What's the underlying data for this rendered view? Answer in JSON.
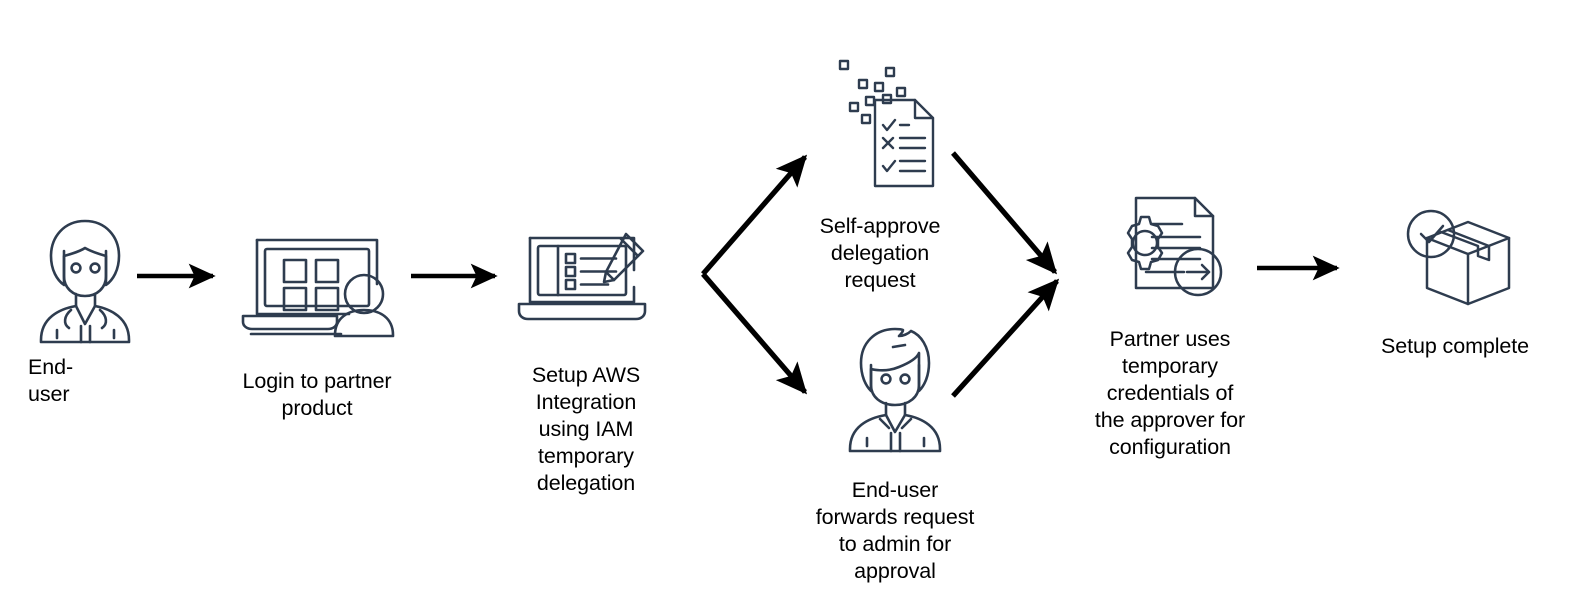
{
  "diagram": {
    "title": "AWS IAM temporary delegation setup flow",
    "background_color": "#ffffff",
    "icon_stroke_color": "#2e3c4f",
    "arrow_color": "#000000",
    "text_color": "#000000",
    "nodes": [
      {
        "id": "end-user",
        "icon": "person-user-icon",
        "label": "End-\nuser",
        "align": "left"
      },
      {
        "id": "login-partner-product",
        "icon": "laptop-dashboard-user-icon",
        "label": "Login to partner\nproduct",
        "align": "center"
      },
      {
        "id": "setup-aws-integration",
        "icon": "laptop-checklist-pencil-icon",
        "label": "Setup AWS\nIntegration\nusing IAM\ntemporary\ndelegation",
        "align": "center"
      },
      {
        "id": "self-approve-delegation",
        "icon": "document-checklist-sparkles-icon",
        "label": "Self-approve\ndelegation\nrequest",
        "align": "center"
      },
      {
        "id": "forward-to-admin",
        "icon": "person-admin-icon",
        "label": "End-user\nforwards request\nto admin for\napproval",
        "align": "center"
      },
      {
        "id": "partner-uses-credentials",
        "icon": "document-gear-arrow-icon",
        "label": "Partner uses\ntemporary\ncredentials of\nthe approver for\nconfiguration",
        "align": "center"
      },
      {
        "id": "setup-complete",
        "icon": "box-check-icon",
        "label": "Setup complete",
        "align": "center"
      }
    ],
    "connectors": [
      {
        "id": "arrow-enduser-to-login",
        "type": "straight"
      },
      {
        "id": "arrow-login-to-setup",
        "type": "straight"
      },
      {
        "id": "arrow-setup-to-selfapprove",
        "type": "branch-up"
      },
      {
        "id": "arrow-setup-to-forward",
        "type": "branch-down"
      },
      {
        "id": "arrow-selfapprove-to-partner",
        "type": "merge-down"
      },
      {
        "id": "arrow-forward-to-partner",
        "type": "merge-up"
      },
      {
        "id": "arrow-partner-to-complete",
        "type": "straight"
      }
    ]
  }
}
